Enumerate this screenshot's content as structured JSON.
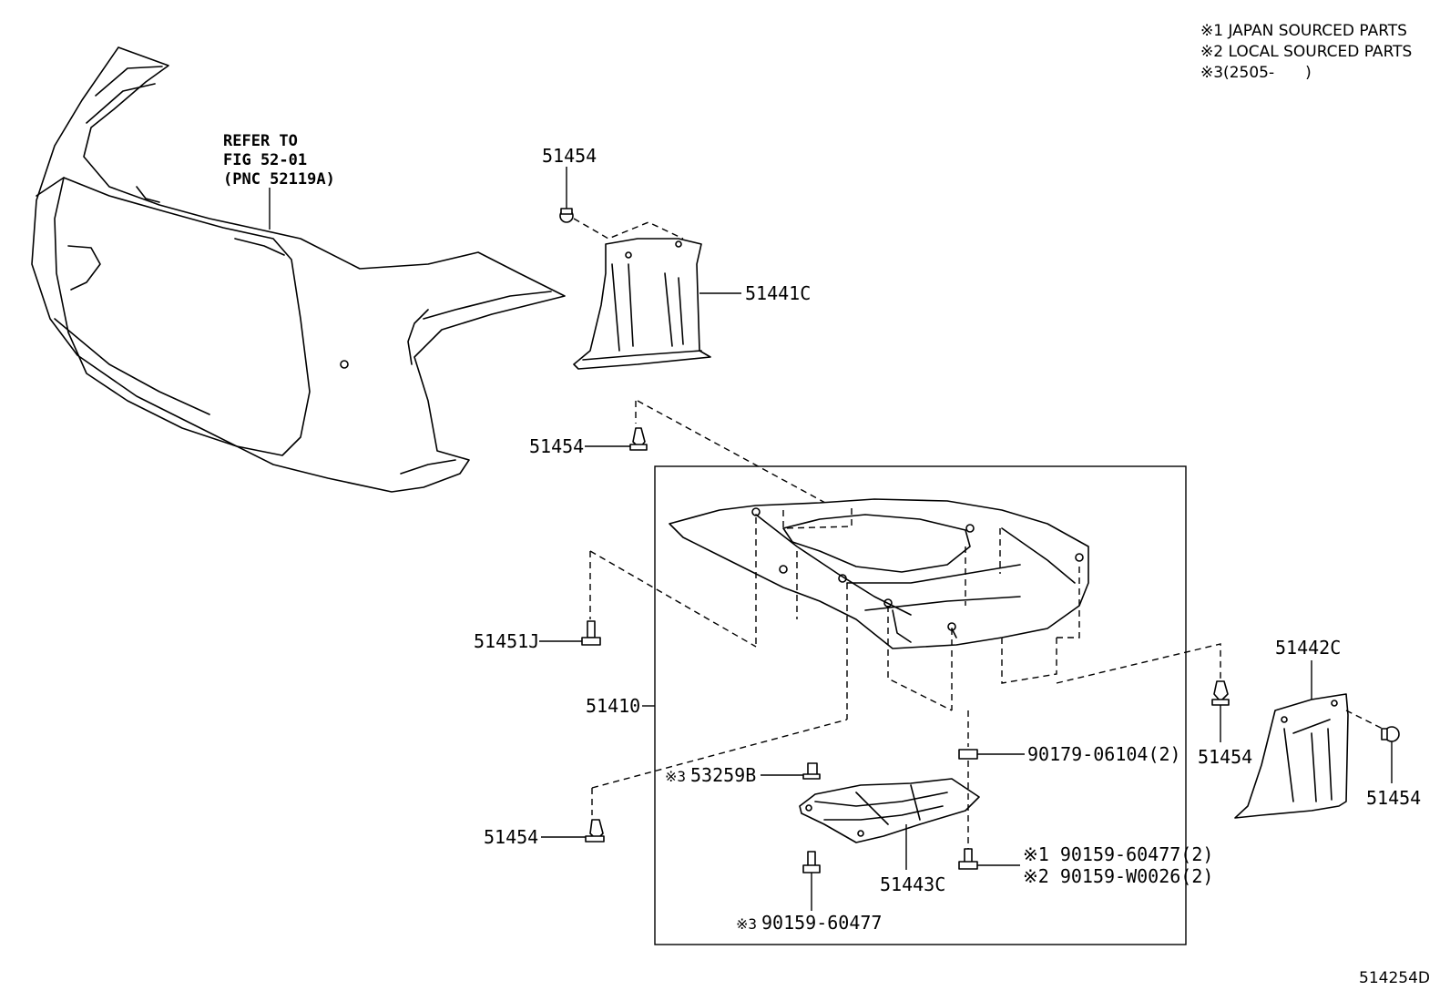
{
  "notes": [
    "※1 JAPAN SOURCED PARTS",
    "※2 LOCAL SOURCED PARTS",
    "※3(2505-　　)"
  ],
  "refer": {
    "line1": "REFER TO",
    "line2": "FIG 52-01",
    "line3": "(PNC 52119A)"
  },
  "labels": {
    "clip_top": "51454",
    "shield_left": "51441C",
    "clip_mid": "51454",
    "bolt_51451j": "51451J",
    "assembly": "51410",
    "clip_lower_left": "51454",
    "clip_53259b_mark": "※3",
    "clip_53259b": "53259B",
    "bolt_bottom_mark": "※3",
    "bolt_bottom": "90159-60477",
    "cover_51443c": "51443C",
    "nut_90179": "90179-06104(2)",
    "bolt_japan": "※1 90159-60477(2)",
    "bolt_local": "※2 90159-W0026(2)",
    "shield_right": "51442C",
    "clip_right_a": "51454",
    "clip_right_b": "51454"
  },
  "diagram_id": "514254D"
}
